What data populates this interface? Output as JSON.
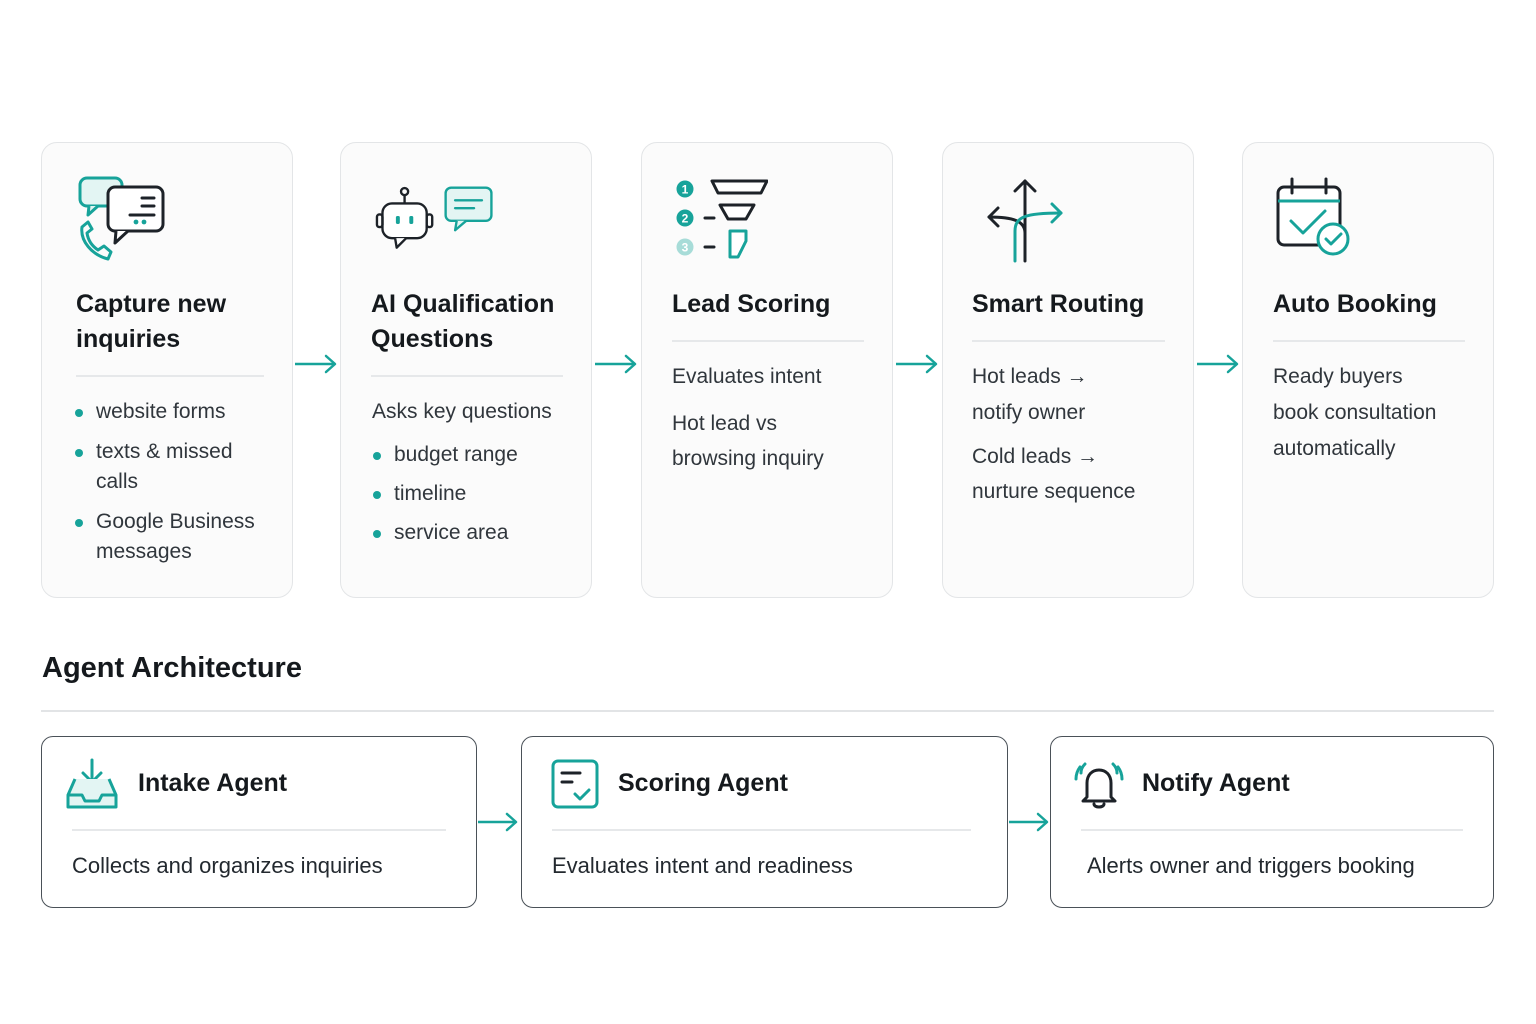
{
  "steps": [
    {
      "title": "Capture new inquiries",
      "bullets": [
        "website forms",
        "texts & missed calls",
        "Google Business messages"
      ]
    },
    {
      "title": "AI Qualification Questions",
      "intro": "Asks key questions",
      "bullets": [
        "budget range",
        "timeline",
        "service area"
      ]
    },
    {
      "title": "Lead Scoring",
      "lines": [
        "Evaluates intent",
        "Hot lead vs",
        "browsing inquiry"
      ]
    },
    {
      "title": "Smart Routing",
      "lines": [
        "Hot leads →",
        "notify owner",
        "Cold leads →",
        "nurture sequence"
      ]
    },
    {
      "title": "Auto Booking",
      "lines": [
        "Ready buyers",
        "book consultation",
        "automatically"
      ]
    }
  ],
  "funnel_badges": [
    "1",
    "2",
    "3"
  ],
  "architecture": {
    "title": "Agent Architecture",
    "agents": [
      {
        "name": "Intake Agent",
        "desc": "Collects and organizes inquiries",
        "icon": "inbox-download-icon"
      },
      {
        "name": "Scoring Agent",
        "desc": "Evaluates intent and readiness",
        "icon": "checklist-icon"
      },
      {
        "name": "Notify Agent",
        "desc": "Alerts owner and triggers booking",
        "icon": "bell-ringing-icon"
      }
    ]
  },
  "colors": {
    "accent": "#17a39a",
    "accent_light": "#e3f5f3",
    "ink": "#1d2228",
    "card_border": "#e3e5e7"
  }
}
